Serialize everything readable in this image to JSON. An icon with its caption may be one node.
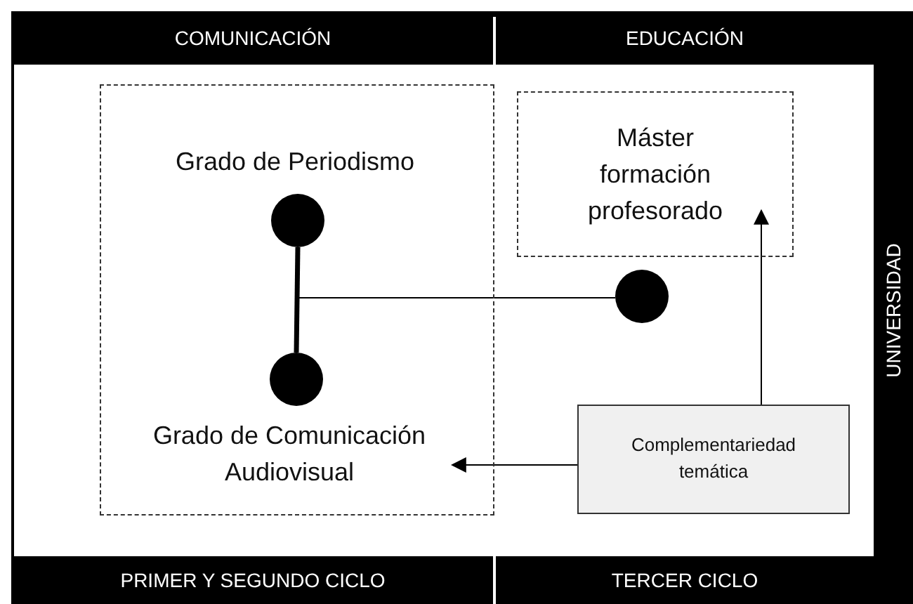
{
  "diagram": {
    "nodes": [
      {
        "text": [],
        "shape": "box"
      },
      {
        "text": [
          "Grado de Periodismo"
        ],
        "in": 0
      },
      {
        "text": [],
        "shape": "circle",
        "in": 0
      },
      {
        "text": [],
        "shape": "circle",
        "in": 0
      },
      {
        "text": [
          "Grado de Comunicación Audiovisual"
        ],
        "in": 0
      },
      {
        "text": [
          "Máster formación profesorado"
        ]
      },
      {
        "text": [],
        "shape": "circle"
      },
      {
        "text": [
          "Complementariedad temática"
        ]
      }
    ],
    "edges": [
      {
        "from": 2,
        "to": 3,
        "arrow": "none",
        "style": "thick"
      },
      {
        "from": 6,
        "to": null,
        "arrow": "none"
      },
      {
        "from": 7,
        "to": 5,
        "arrow": "to"
      },
      {
        "from": 7,
        "to": 4,
        "arrow": "to"
      }
    ],
    "labels": [
      "COMUNICACIÓN",
      "EDUCACIÓN",
      "UNIVERSIDAD",
      "PRIMER Y SEGUNDO CICLO",
      "TERCER CICLO"
    ]
  }
}
